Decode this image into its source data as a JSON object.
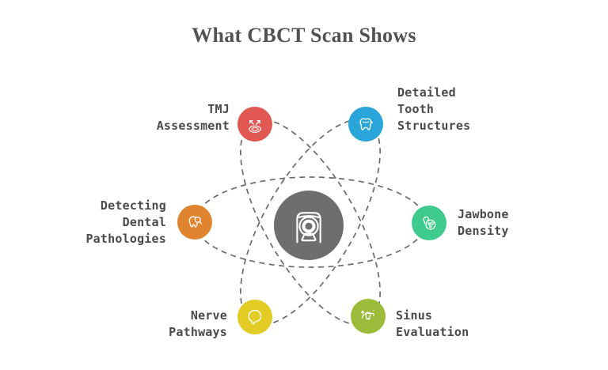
{
  "title": "What CBCT Scan Shows",
  "colors": {
    "title_text": "#525252",
    "label_text": "#4a4a4a",
    "orbit_stroke": "#6b6b6b",
    "center_circle": "#6e6e6e",
    "icon_stroke": "#ffffff"
  },
  "center": {
    "icon": "cbct-scanner-icon"
  },
  "nodes": [
    {
      "id": "tmj",
      "label": "TMJ\nAssessment",
      "color": "#e15852",
      "icon": "tmj-jaw-arrows-icon",
      "position": "top-left"
    },
    {
      "id": "tooth",
      "label": "Detailed\nTooth\nStructures",
      "color": "#29a5d9",
      "icon": "molar-tooth-icon",
      "position": "top-right"
    },
    {
      "id": "pathologies",
      "label": "Detecting\nDental\nPathologies",
      "color": "#e18430",
      "icon": "tooth-magnifier-icon",
      "position": "left"
    },
    {
      "id": "jawbone",
      "label": "Jawbone\nDensity",
      "color": "#3ecb8d",
      "icon": "bone-density-icon",
      "position": "right"
    },
    {
      "id": "nerve",
      "label": "Nerve\nPathways",
      "color": "#e2cb24",
      "icon": "head-profile-nerve-icon",
      "position": "bottom-left"
    },
    {
      "id": "sinus",
      "label": "Sinus\nEvaluation",
      "color": "#9cbb3a",
      "icon": "sinus-sparkle-icon",
      "position": "bottom-right"
    }
  ]
}
